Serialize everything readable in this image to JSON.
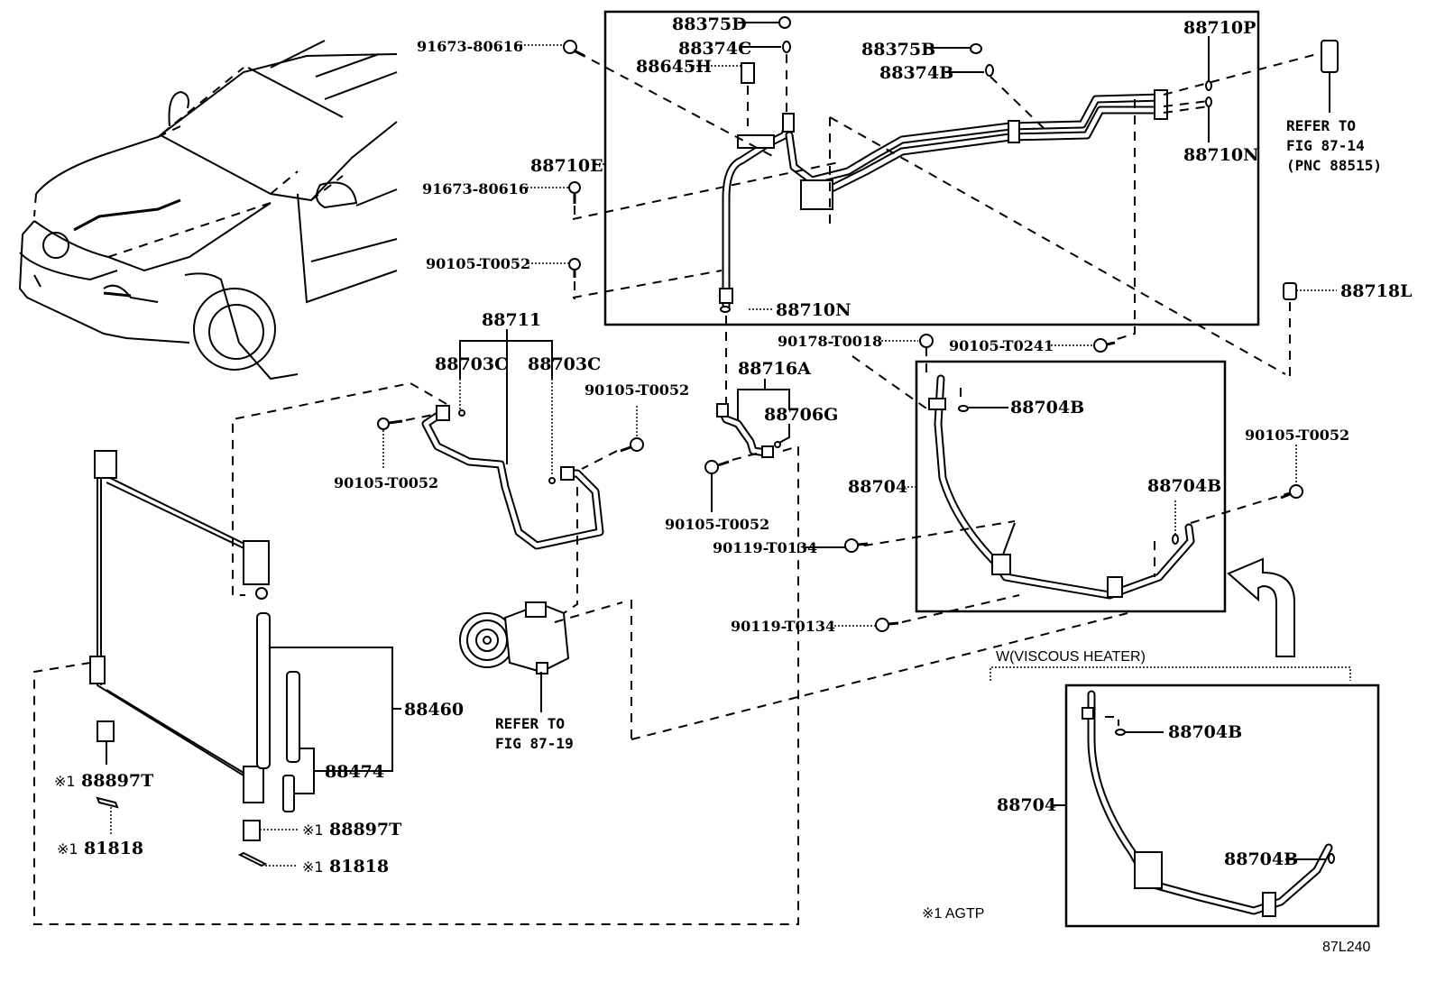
{
  "diagram": {
    "figure_id": "87L240",
    "footnote": "※1 AGTP",
    "variant_label": "W(VISCOUS HEATER)",
    "upper_group": {
      "part_88375D": "88375D",
      "part_88374C": "88374C",
      "part_88645H": "88645H",
      "part_88375B": "88375B",
      "part_88374B": "88374B",
      "part_88710P": "88710P",
      "part_88710N_top": "88710N",
      "part_88710E": "88710E",
      "part_88710N_bottom": "88710N"
    },
    "bolts": {
      "bolt_91673_a": "91673-80616",
      "bolt_91673_b": "91673-80616",
      "bolt_90105_T0052_a": "90105-T0052",
      "bolt_90105_T0052_b": "90105-T0052",
      "bolt_90105_T0052_c": "90105-T0052",
      "bolt_90105_T0052_d": "90105-T0052",
      "bolt_90105_T0052_e": "90105-T0052",
      "nut_90178_T0018": "90178-T0018",
      "bolt_90105_T0241": "90105-T0241",
      "bolt_90119_T0134_a": "90119-T0134",
      "bolt_90119_T0134_b": "90119-T0134"
    },
    "refer_top": {
      "line1": "REFER TO",
      "line2": "FIG 87-14",
      "line3": "(PNC 88515)"
    },
    "part_88718L": "88718L",
    "discharge_hose": {
      "assembly": "88711",
      "oring_a": "88703C",
      "oring_b": "88703C"
    },
    "liquid_tube": {
      "assembly": "88716A",
      "oring": "88706G"
    },
    "suction_tube": {
      "assembly": "88704",
      "oring_a": "88704B",
      "oring_b": "88704B"
    },
    "viscous_tube": {
      "assembly": "88704",
      "oring_a": "88704B",
      "oring_b": "88704B"
    },
    "condenser": {
      "assembly": "88460",
      "filter": "88474",
      "cushion_a_mark": "※1",
      "cushion_a": "88897T",
      "cushion_b_mark": "※1",
      "cushion_b": "88897T",
      "label_a_mark": "※1",
      "label_a": "81818",
      "label_b_mark": "※1",
      "label_b": "81818"
    },
    "refer_compressor": {
      "line1": "REFER TO",
      "line2": "FIG 87-19"
    }
  }
}
